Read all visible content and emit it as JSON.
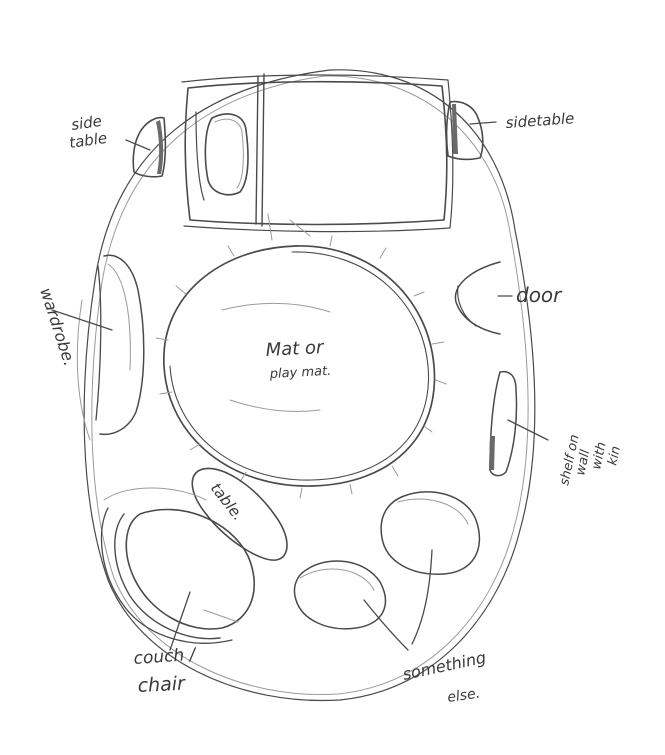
{
  "labels": {
    "side_table_left_line1": "side",
    "side_table_left_line2": "table",
    "side_table_right": "sidetable",
    "door": "door",
    "wardrobe": "wardrobe.",
    "mat_line1": "Mat or",
    "mat_line2": "play mat.",
    "shelf_line1": "shelf on",
    "shelf_line2": "wall",
    "shelf_line3": "with",
    "shelf_line4": "kin",
    "table": "table.",
    "couch_line1": "couch /",
    "couch_line2": "chair",
    "something_line1": "something",
    "something_line2": "else."
  },
  "colors": {
    "pencil": "#4a4a4a",
    "pencil_faint": "#9a9a9a",
    "paper": "#ffffff"
  }
}
